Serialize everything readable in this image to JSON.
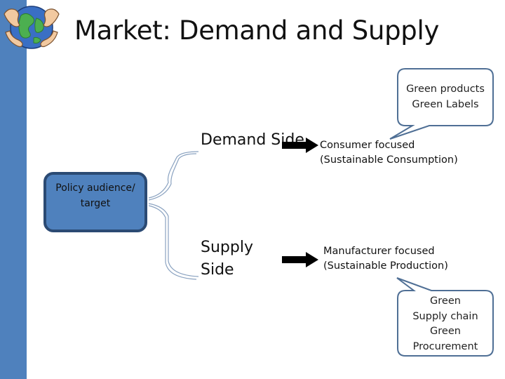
{
  "title": "Market: Demand and Supply",
  "callout_top": {
    "lines": [
      "Green products",
      "Green Labels"
    ]
  },
  "callout_bottom": {
    "lines": [
      "Green",
      "Supply chain",
      "Green",
      "Procurement"
    ]
  },
  "policy_box": {
    "lines": [
      "Policy audience/",
      "target"
    ]
  },
  "demand": {
    "label": "Demand Side",
    "desc_lines": [
      "Consumer focused",
      "(Sustainable Consumption)"
    ]
  },
  "supply": {
    "label_lines": [
      "Supply",
      "Side"
    ],
    "desc_lines": [
      "Manufacturer focused",
      "(Sustainable Production)"
    ]
  },
  "colors": {
    "accent": "#4f81bd",
    "box_border": "#2b4a73",
    "callout_border": "#4f6f95"
  },
  "icons": {
    "logo": "hands-holding-globe-icon",
    "arrow": "right-arrow-icon"
  }
}
